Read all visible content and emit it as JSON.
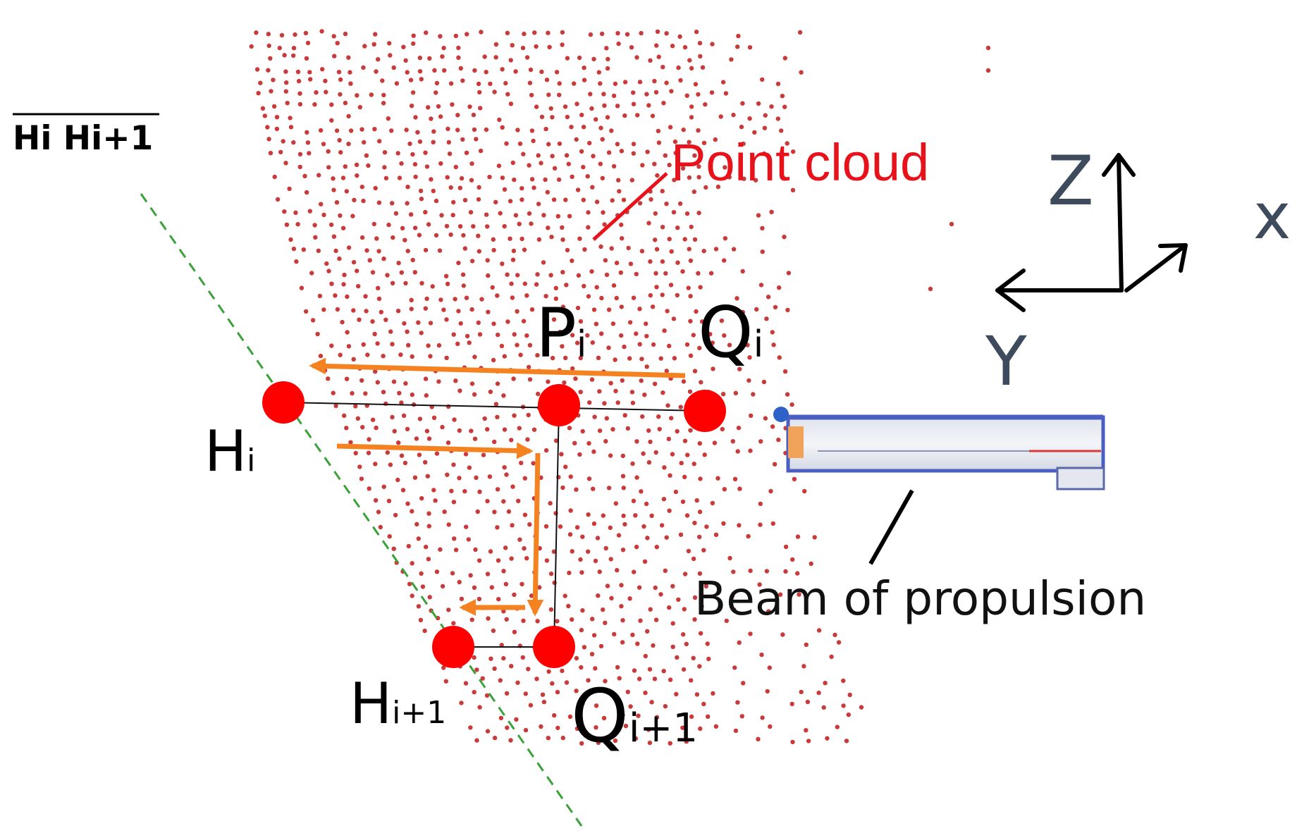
{
  "labels": {
    "segment": "Hi Hi+1",
    "point_cloud": "Point cloud",
    "axis_z": "Z",
    "axis_x": "x",
    "axis_y": "Y",
    "p_base": "P",
    "p_sub": "i",
    "q_base": "Q",
    "q_sub": "i",
    "h_base": "H",
    "h_sub": "i",
    "h1_base": "H",
    "h1_sub": "i+1",
    "q1_base": "Q",
    "q1_sub": "i+1",
    "beam": "Beam of propulsion"
  },
  "colors": {
    "cloud_dot": "#c93a3a",
    "point_marker": "#ff0000",
    "arrow": "#f58220",
    "dashed_line": "#3aa13a",
    "point_cloud_label": "#e8121b",
    "axis_label": "#3d4b5c",
    "beam_frame": "#4a5fc1"
  }
}
